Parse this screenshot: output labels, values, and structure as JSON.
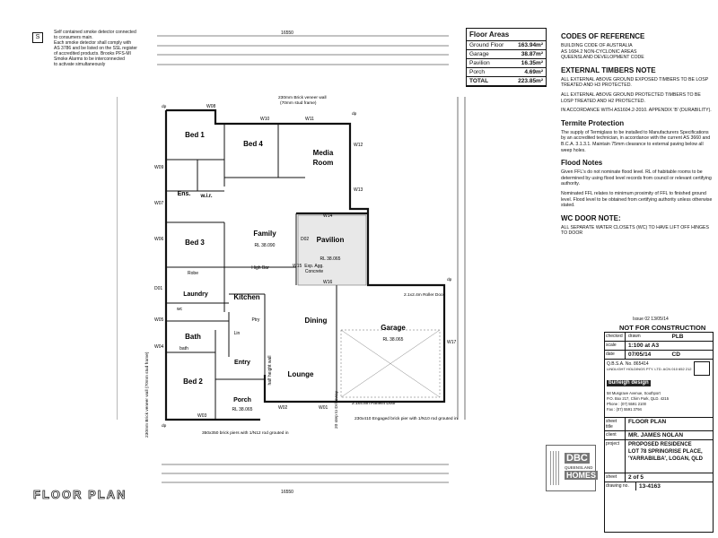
{
  "notes_left": {
    "symbol": "S",
    "lines": [
      "Self contained smoke detector connected",
      "to consumers main.",
      "Each smoke detector shall comply with",
      "AS 3786 and be listed on the SSL register",
      "of accredited products. Brooks PFS-MI",
      "Smoke Alarms to be interconnected",
      "to activate simultaneously"
    ]
  },
  "floor_areas": {
    "title": "Floor Areas",
    "rows": [
      {
        "label": "Ground Floor",
        "value": "163.94m²"
      },
      {
        "label": "Garage",
        "value": "38.87m²"
      },
      {
        "label": "Pavilion",
        "value": "16.35m²"
      },
      {
        "label": "Porch",
        "value": "4.69m²"
      },
      {
        "label": "TOTAL",
        "value": "223.85m²"
      }
    ]
  },
  "spec": {
    "codes_title": "CODES OF REFERENCE",
    "codes_lines": [
      "BUILDING CODE OF AUSTRALIA",
      "AS 1684.2 NON-CYCLONIC AREAS",
      "QUEENSLAND DEVELOPMENT CODE"
    ],
    "timber_title": "EXTERNAL TIMBERS NOTE",
    "timber_p1": "ALL EXTERNAL ABOVE GROUND EXPOSED TIMBERS TO BE LOSP TREATED AND H3 PROTECTED.",
    "timber_p2": "ALL EXTERNAL ABOVE GROUND PROTECTED TIMBERS TO BE LOSP TREATED AND H2 PROTECTED.",
    "timber_p3": "IN ACCORDANCE WITH AS1604.2-2010. APPENDIX 'B' (DURABILITY).",
    "termite_title": "Termite Protection",
    "termite_p": "The supply of Termiglass to be installed to Manufacturers Specifications by an accredited technician, in accordance with the current AS 3660 and B.C.A. 3.1.3.1. Maintain 75mm clearance to external paving below all weep holes.",
    "flood_title": "Flood Notes",
    "flood_p1": "Given FFL's do not nominate flood level. RL of habitable rooms to be determined by using flood level records from council or relevant certifying authority.",
    "flood_p2": "Nominated FFL relates to minimum proximity of FFL to finished ground level. Flood level to be obtained from certifying authority unless otherwise stated.",
    "wc_title": "WC DOOR NOTE:",
    "wc_p": "ALL SEPARATE WATER CLOSETS (WC) TO HAVE LIFT OFF HINGES TO DOOR"
  },
  "title_block": {
    "issue": "Issue 02   13/05/14",
    "status": "NOT FOR CONSTRUCTION",
    "checked_l": "checked",
    "drawn_l": "drawn",
    "drawn_v": "PLB",
    "scale_l": "scale",
    "scale_v": "1:100 at A3",
    "chk_v": "CD",
    "date_l": "date",
    "date_v": "07/05/14",
    "qbsa": "Q.B.S.A. No. 865414",
    "company": "LINDLIGHT HOLDINGS PTY. LTD. ACN 010 652 212",
    "brand": "burleigh design",
    "addr1": "58 Musgrave Avenue, Southport",
    "addr2": "P.O. Box 217, Chirn Park, QLD. 4215",
    "phone": "Phone : (07) 5591 2100",
    "fax": "Fax : (07) 5591 3794",
    "sheet_title_l": "sheet title",
    "sheet_title_v": "FLOOR PLAN",
    "client_l": "client",
    "client_v": "MR. JAMES NOLAN",
    "project_l": "project",
    "project_v1": "PROPOSED RESIDENCE",
    "project_v2": "LOT 78 SPRINGRISE PLACE,",
    "project_v3": "'YARRABILBA', LOGAN, QLD",
    "sheet_l": "sheet",
    "sheet_v": "2 of 5",
    "drawing_l": "drawing no.",
    "drawing_v": "13-4163"
  },
  "logo": {
    "line1": "DBC",
    "line2": "QUEENSLAND",
    "line3": "HOMES"
  },
  "drawing_title": "FLOOR PLAN",
  "plan": {
    "overall_dim": "16550",
    "rooms": {
      "bed1": "Bed 1",
      "bed4": "Bed 4",
      "media": "Media",
      "media2": "Room",
      "ens": "Ens.",
      "wir": "w.i.r.",
      "family": "Family",
      "family_rl": "RL 38.090",
      "pavilion": "Pavilion",
      "pav_rl": "RL 38.065",
      "exp_agg": "Exp. Agg.",
      "concrete": "Concrete",
      "bed3": "Bed 3",
      "laundry": "Laundry",
      "kitchen": "Kitchen",
      "dining": "Dining",
      "garage": "Garage",
      "garage_rl": "RL 38.065",
      "bath": "Bath",
      "entry": "Entry",
      "lounge": "Lounge",
      "bed2": "Bed 2",
      "porch": "Porch",
      "porch_rl": "RL 38.065",
      "robe": "Robe",
      "lin": "Lin",
      "ptry": "Ptry",
      "wc": "wc",
      "bath2": "bath",
      "high_bar": "High Bar",
      "half_wall": "half height wall"
    },
    "windows": [
      "W08",
      "W10",
      "W11",
      "W12",
      "W13",
      "W14",
      "W15",
      "W16",
      "W07",
      "W09",
      "D01",
      "D02",
      "W06",
      "W05",
      "W04",
      "W03",
      "W02",
      "W01",
      "W17"
    ],
    "notes": {
      "veneer": "230mm Brick veneer wall",
      "stud": "(70mm stud frame)",
      "roller": "2.1x2.4m Roller Door",
      "panelift": "2.1x4.8m Panelift Door",
      "piers": "350x350 brick piers with 1/N12 rod grouted in",
      "engaged": "230x410 Engaged brick pier with 1/N10 rod grouted in",
      "veneer_side": "230mm Brick veneer wall (70mm stud frame)",
      "step": "20 step to Driveway",
      "dp": "dp"
    }
  }
}
